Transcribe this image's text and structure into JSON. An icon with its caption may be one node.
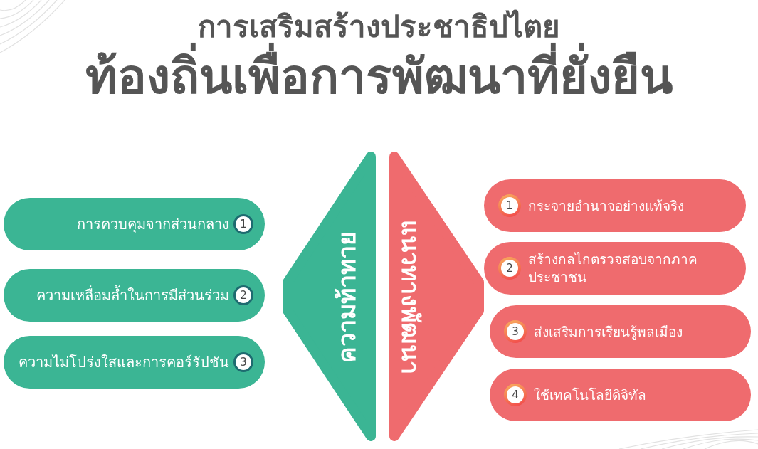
{
  "diagram": {
    "title": "การเสริมสร้างประชาธิปไตย ท้องถิ่นเพื่อการพัฒนาที่ยั่งยืน",
    "nodes": [
      {
        "text": [
          "ความท้าทาย"
        ]
      },
      {
        "text": [
          "แนวทางพัฒนา"
        ]
      },
      {
        "text": [
          "การควบคุมจากส่วนกลาง",
          "1"
        ]
      },
      {
        "text": [
          "ความเหลื่อมล้ำในการมีส่วนร่วม",
          "2"
        ]
      },
      {
        "text": [
          "ความไม่โปร่งใสและการคอร์รัปชัน",
          "3"
        ]
      },
      {
        "text": [
          "1",
          "กระจายอำนาจอย่างแท้จริง"
        ]
      },
      {
        "text": [
          "2",
          "สร้างกลไกตรวจสอบจากภาคประชาชน"
        ]
      },
      {
        "text": [
          "3",
          "ส่งเสริมการเรียนรู้พลเมือง"
        ]
      },
      {
        "text": [
          "4",
          "ใช้เทคโนโลยีดิจิทัล"
        ]
      }
    ]
  }
}
